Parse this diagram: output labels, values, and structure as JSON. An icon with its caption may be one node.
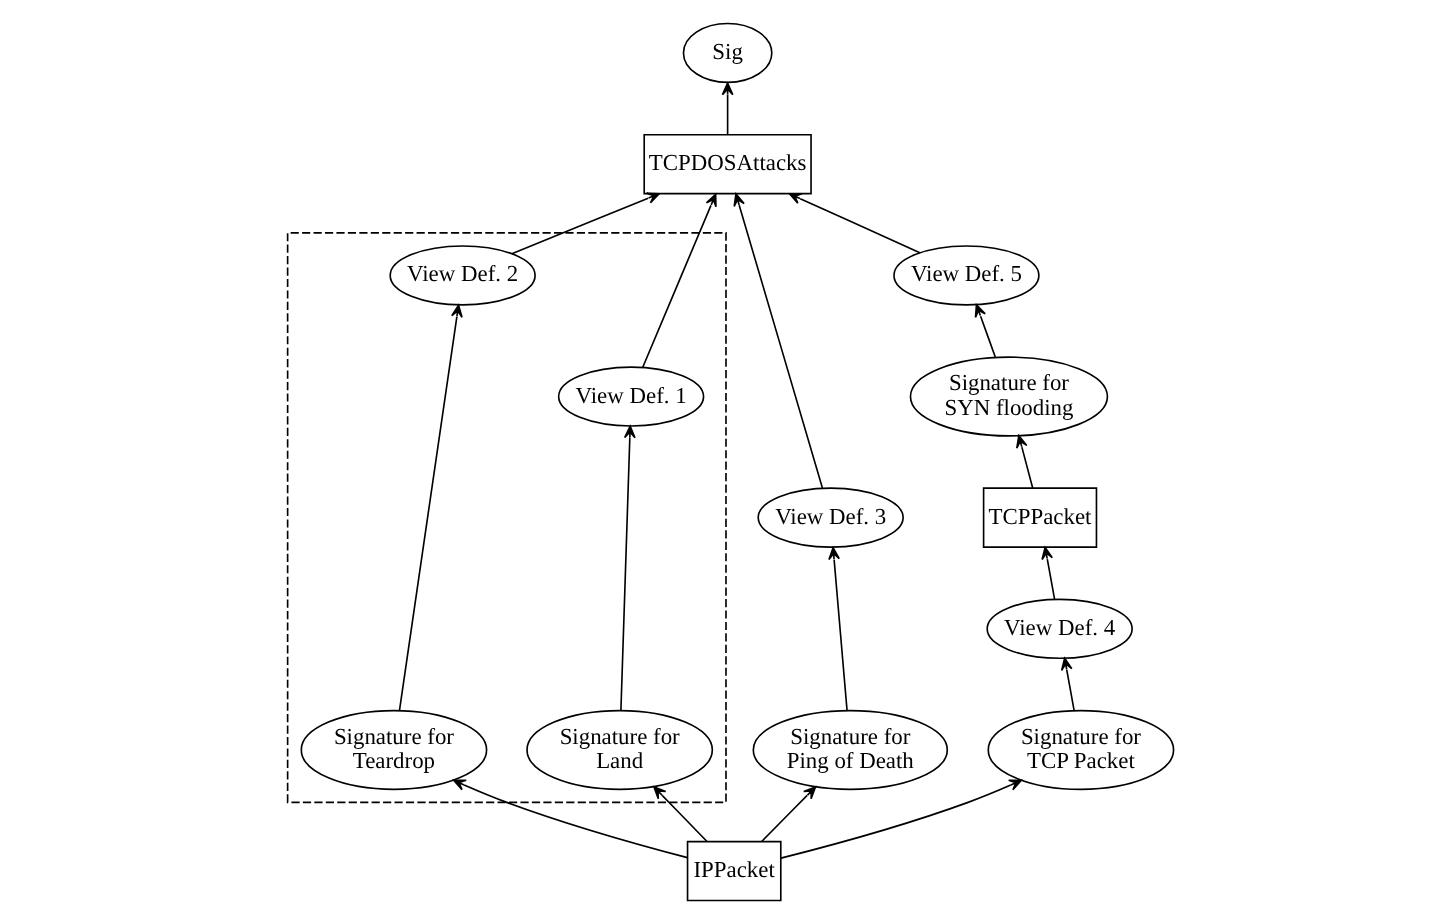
{
  "diagram": {
    "nodes": [
      {
        "text": [
          "Sig"
        ]
      },
      {
        "text": [
          "TCPDOSAttacks"
        ]
      },
      {
        "text": [
          "View Def. 5"
        ]
      },
      {
        "text": [
          "View Def. 3"
        ]
      },
      {
        "text": [],
        "shape": "box"
      },
      {
        "text": [
          "View Def. 1"
        ],
        "in": 4
      },
      {
        "text": [
          "View Def. 2"
        ],
        "in": 4
      },
      {
        "text": [
          "Signature for SYN flooding"
        ]
      },
      {
        "text": [
          "Signature for Ping of Death"
        ]
      },
      {
        "text": [
          "Signature for Land"
        ],
        "in": 4
      },
      {
        "text": [
          "Signature for Teardrop"
        ],
        "in": 4
      },
      {
        "text": [
          "TCPPacket"
        ]
      },
      {
        "text": [
          "View Def. 4"
        ]
      },
      {
        "text": [
          "Signature for TCP Packet"
        ]
      },
      {
        "text": [
          "IPPacket"
        ]
      }
    ],
    "edges": [
      {
        "from": 1,
        "to": 0,
        "arrow": "to"
      },
      {
        "from": 2,
        "to": 1,
        "arrow": "to"
      },
      {
        "from": 3,
        "to": 1,
        "arrow": "to"
      },
      {
        "from": 5,
        "to": 1,
        "arrow": "to"
      },
      {
        "from": 6,
        "to": 1,
        "arrow": "to"
      },
      {
        "from": 7,
        "to": 2,
        "arrow": "to"
      },
      {
        "from": 8,
        "to": 3,
        "arrow": "to"
      },
      {
        "from": 9,
        "to": 5,
        "arrow": "to"
      },
      {
        "from": 10,
        "to": 6,
        "arrow": "to"
      },
      {
        "from": 11,
        "to": 7,
        "arrow": "to"
      },
      {
        "from": 12,
        "to": 11,
        "arrow": "to"
      },
      {
        "from": 14,
        "to": 8,
        "arrow": "to"
      },
      {
        "from": 14,
        "to": 9,
        "arrow": "to"
      },
      {
        "from": 14,
        "to": 10,
        "arrow": "to"
      },
      {
        "from": 14,
        "to": 13,
        "arrow": "to"
      },
      {
        "from": 13,
        "to": 12,
        "arrow": "to"
      }
    ]
  }
}
